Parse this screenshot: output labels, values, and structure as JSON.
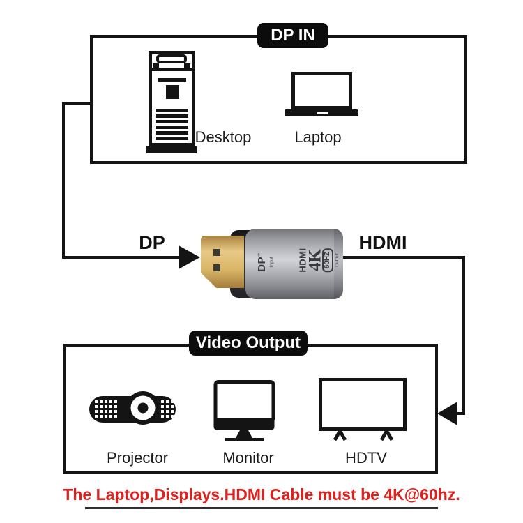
{
  "colors": {
    "line": "#141414",
    "section_label_bg": "#0c0c0c",
    "section_label_text": "#ffffff",
    "note_red": "#e0201c",
    "adapter_gold": "#d9b567",
    "adapter_body_gray": "#bcbec3",
    "adapter_marking_text": "#393942"
  },
  "dp_in_section": {
    "label": "DP IN",
    "devices": [
      {
        "label": "Desktop"
      },
      {
        "label": "Laptop"
      }
    ]
  },
  "connection": {
    "input_label": "DP",
    "output_label": "HDMI"
  },
  "adapter": {
    "markings": {
      "port": "DP",
      "plus": "+",
      "input": "Input",
      "hdmi": "HDMI",
      "resolution": "4K",
      "refresh": "60HZ",
      "output": "Output"
    }
  },
  "video_output_section": {
    "label": "Video Output",
    "devices": [
      {
        "label": "Projector"
      },
      {
        "label": "Monitor"
      },
      {
        "label": "HDTV"
      }
    ]
  },
  "note": {
    "text": "The Laptop,Displays.HDMI Cable must be 4K@60hz."
  }
}
